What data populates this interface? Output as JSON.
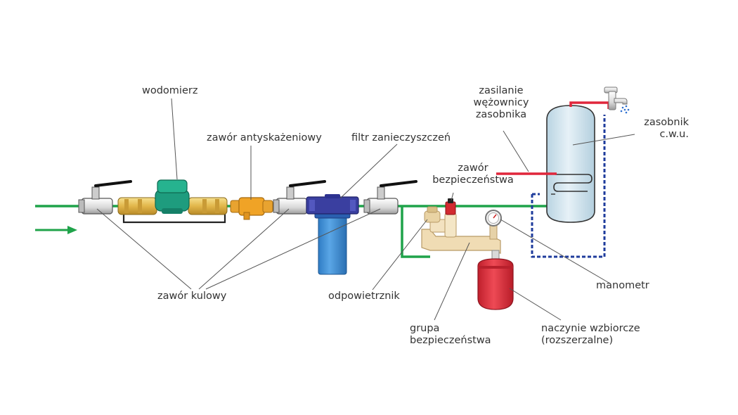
{
  "labels": {
    "water_meter": "wodomierz",
    "anti_contamination_valve": "zawór antyskażeniowy",
    "dirt_filter": "filtr zanieczyszczeń",
    "safety_valve_1": "zawór",
    "safety_valve_2": "bezpieczeństwa",
    "coil_supply_1": "zasilanie",
    "coil_supply_2": "wężownicy",
    "coil_supply_3": "zasobnika",
    "tank_1": "zasobnik",
    "tank_2": "c.w.u.",
    "ball_valve": "zawór kulowy",
    "air_vent": "odpowietrznik",
    "safety_group_1": "grupa",
    "safety_group_2": "bezpieczeństwa",
    "pressure_gauge": "manometr",
    "expansion_vessel_1": "naczynie wzbiorcze",
    "expansion_vessel_2": "(rozszerzalne)"
  },
  "colors": {
    "cold_pipe": "#1fa34a",
    "hot_pipe": "#e0263b",
    "circulation": "#1f3c9c",
    "tank": "#cfe3ee",
    "filter_head": "#3a3fa0",
    "filter_cup": "#3d8fd6",
    "meter": "#1e9c7e",
    "anti_valve": "#f0a326",
    "brass": "#e8c25c",
    "vessel": "#e0323f",
    "safety_group": "#f0dcb4",
    "leader": "#555555"
  },
  "icons": {
    "flow_arrow": "arrow-right-icon",
    "faucet": "faucet-icon"
  }
}
